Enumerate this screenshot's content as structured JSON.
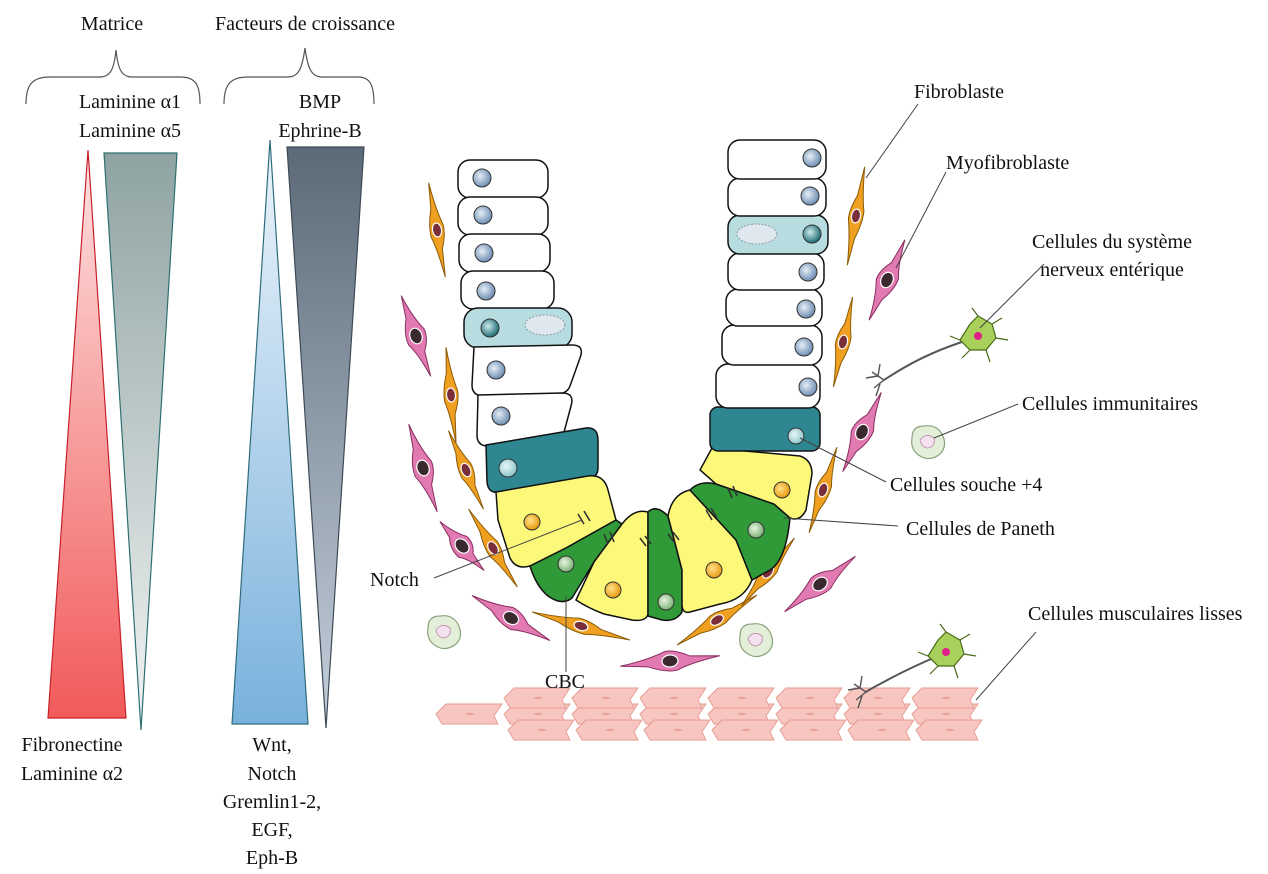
{
  "headers": {
    "matrix": "Matrice",
    "growth_factors": "Facteurs de croissance"
  },
  "gradients": {
    "matrix_top_lines": [
      "Laminine α1",
      "Laminine α5"
    ],
    "matrix_bottom_lines": [
      "Fibronectine",
      "Laminine α2"
    ],
    "growth_top_lines": [
      "BMP",
      "Ephrine-B"
    ],
    "growth_bottom_lines": [
      "Wnt,",
      "Notch",
      "Gremlin1-2,",
      "EGF,",
      "Eph-B"
    ]
  },
  "labels": {
    "fibroblast": "Fibroblaste",
    "myofibroblast": "Myofibroblaste",
    "enteric_nervous_lines": [
      "Cellules du système",
      "nerveux entérique"
    ],
    "immune": "Cellules immunitaires",
    "stem_plus4": "Cellules souche +4",
    "paneth": "Cellules de Paneth",
    "notch": "Notch",
    "cbc": "CBC",
    "smooth_muscle": "Cellules musculaires lisses"
  },
  "colors": {
    "red_gradient": "#ef3b3b",
    "gray_gradient": "#8fa3a3",
    "blue_gradient": "#6fa8d6",
    "slate_gradient": "#5c6f80",
    "absorptive_cell": "#ffffff",
    "goblet_cell": "#b8dde0",
    "stem_plus4_cell": "#2e8690",
    "paneth_cell": "#fbf87a",
    "cbc_cell": "#2f9a37",
    "fibroblast": "#f0a020",
    "myofibroblast": "#e07ab0",
    "smooth_muscle": "#f7c6c0"
  }
}
